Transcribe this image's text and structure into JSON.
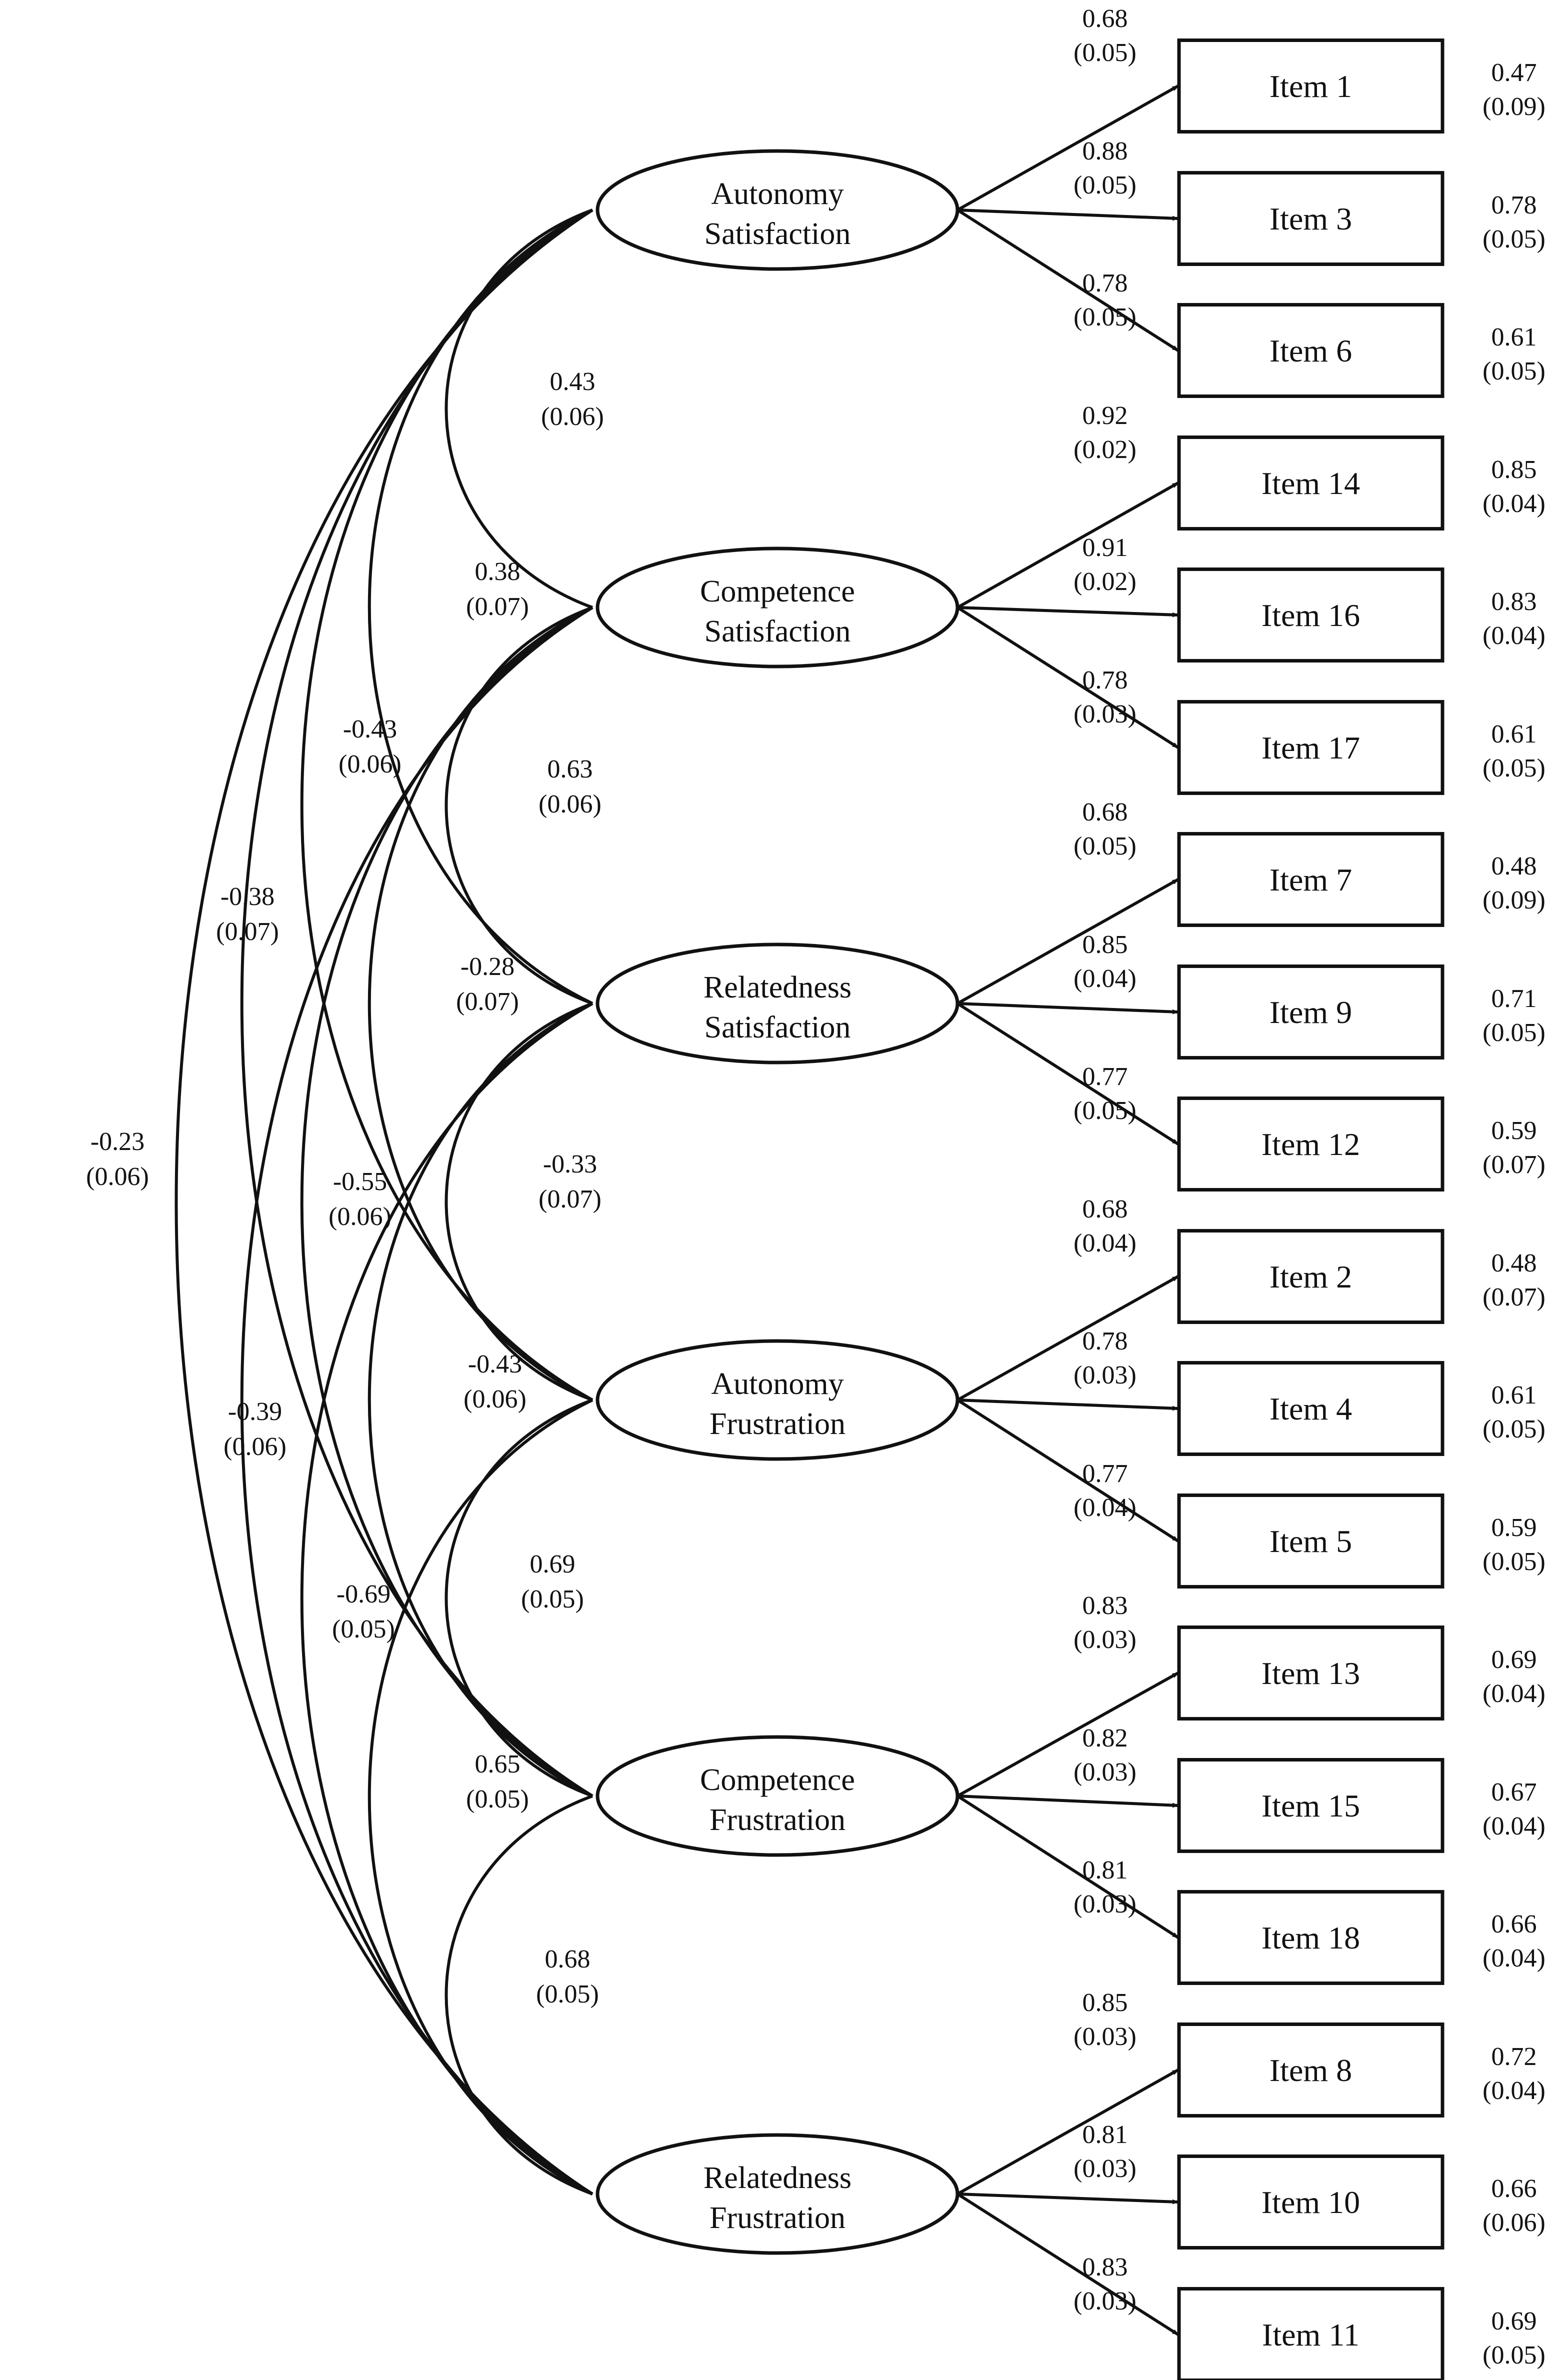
{
  "colors": {
    "ink": "#111111",
    "background": "#ffffff"
  },
  "factors": [
    {
      "id": "as",
      "line1": "Autonomy",
      "line2": "Satisfaction"
    },
    {
      "id": "cs",
      "line1": "Competence",
      "line2": "Satisfaction"
    },
    {
      "id": "rs",
      "line1": "Relatedness",
      "line2": "Satisfaction"
    },
    {
      "id": "af",
      "line1": "Autonomy",
      "line2": "Frustration"
    },
    {
      "id": "cf",
      "line1": "Competence",
      "line2": "Frustration"
    },
    {
      "id": "rf",
      "line1": "Relatedness",
      "line2": "Frustration"
    }
  ],
  "items": [
    {
      "label": "Item 1",
      "loading": "0.68",
      "loading_se": "(0.05)",
      "error": "0.47",
      "error_se": "(0.09)"
    },
    {
      "label": "Item 3",
      "loading": "0.88",
      "loading_se": "(0.05)",
      "error": "0.78",
      "error_se": "(0.05)"
    },
    {
      "label": "Item 6",
      "loading": "0.78",
      "loading_se": "(0.05)",
      "error": "0.61",
      "error_se": "(0.05)"
    },
    {
      "label": "Item 14",
      "loading": "0.92",
      "loading_se": "(0.02)",
      "error": "0.85",
      "error_se": "(0.04)"
    },
    {
      "label": "Item 16",
      "loading": "0.91",
      "loading_se": "(0.02)",
      "error": "0.83",
      "error_se": "(0.04)"
    },
    {
      "label": "Item 17",
      "loading": "0.78",
      "loading_se": "(0.03)",
      "error": "0.61",
      "error_se": "(0.05)"
    },
    {
      "label": "Item 7",
      "loading": "0.68",
      "loading_se": "(0.05)",
      "error": "0.48",
      "error_se": "(0.09)"
    },
    {
      "label": "Item 9",
      "loading": "0.85",
      "loading_se": "(0.04)",
      "error": "0.71",
      "error_se": "(0.05)"
    },
    {
      "label": "Item 12",
      "loading": "0.77",
      "loading_se": "(0.05)",
      "error": "0.59",
      "error_se": "(0.07)"
    },
    {
      "label": "Item 2",
      "loading": "0.68",
      "loading_se": "(0.04)",
      "error": "0.48",
      "error_se": "(0.07)"
    },
    {
      "label": "Item 4",
      "loading": "0.78",
      "loading_se": "(0.03)",
      "error": "0.61",
      "error_se": "(0.05)"
    },
    {
      "label": "Item 5",
      "loading": "0.77",
      "loading_se": "(0.04)",
      "error": "0.59",
      "error_se": "(0.05)"
    },
    {
      "label": "Item 13",
      "loading": "0.83",
      "loading_se": "(0.03)",
      "error": "0.69",
      "error_se": "(0.04)"
    },
    {
      "label": "Item 15",
      "loading": "0.82",
      "loading_se": "(0.03)",
      "error": "0.67",
      "error_se": "(0.04)"
    },
    {
      "label": "Item 18",
      "loading": "0.81",
      "loading_se": "(0.03)",
      "error": "0.66",
      "error_se": "(0.04)"
    },
    {
      "label": "Item 8",
      "loading": "0.85",
      "loading_se": "(0.03)",
      "error": "0.72",
      "error_se": "(0.04)"
    },
    {
      "label": "Item 10",
      "loading": "0.81",
      "loading_se": "(0.03)",
      "error": "0.66",
      "error_se": "(0.06)"
    },
    {
      "label": "Item 11",
      "loading": "0.83",
      "loading_se": "(0.03)",
      "error": "0.69",
      "error_se": "(0.05)"
    }
  ],
  "correlations": [
    {
      "from": "as",
      "to": "cs",
      "value": "0.43",
      "se": "(0.06)"
    },
    {
      "from": "as",
      "to": "rs",
      "value": "0.38",
      "se": "(0.07)"
    },
    {
      "from": "as",
      "to": "af",
      "value": "-0.43",
      "se": "(0.06)"
    },
    {
      "from": "as",
      "to": "cf",
      "value": "-0.38",
      "se": "(0.07)"
    },
    {
      "from": "as",
      "to": "rf",
      "value": "-0.23",
      "se": "(0.06)"
    },
    {
      "from": "cs",
      "to": "rs",
      "value": "0.63",
      "se": "(0.06)"
    },
    {
      "from": "cs",
      "to": "af",
      "value": "-0.28",
      "se": "(0.07)"
    },
    {
      "from": "cs",
      "to": "cf",
      "value": "-0.55",
      "se": "(0.06)"
    },
    {
      "from": "cs",
      "to": "rf",
      "value": "-0.39",
      "se": "(0.06)"
    },
    {
      "from": "rs",
      "to": "af",
      "value": "-0.33",
      "se": "(0.07)"
    },
    {
      "from": "rs",
      "to": "cf",
      "value": "-0.43",
      "se": "(0.06)"
    },
    {
      "from": "rs",
      "to": "rf",
      "value": "-0.69",
      "se": "(0.05)"
    },
    {
      "from": "af",
      "to": "cf",
      "value": "0.69",
      "se": "(0.05)"
    },
    {
      "from": "af",
      "to": "rf",
      "value": "0.65",
      "se": "(0.05)"
    },
    {
      "from": "cf",
      "to": "rf",
      "value": "0.68",
      "se": "(0.05)"
    }
  ]
}
